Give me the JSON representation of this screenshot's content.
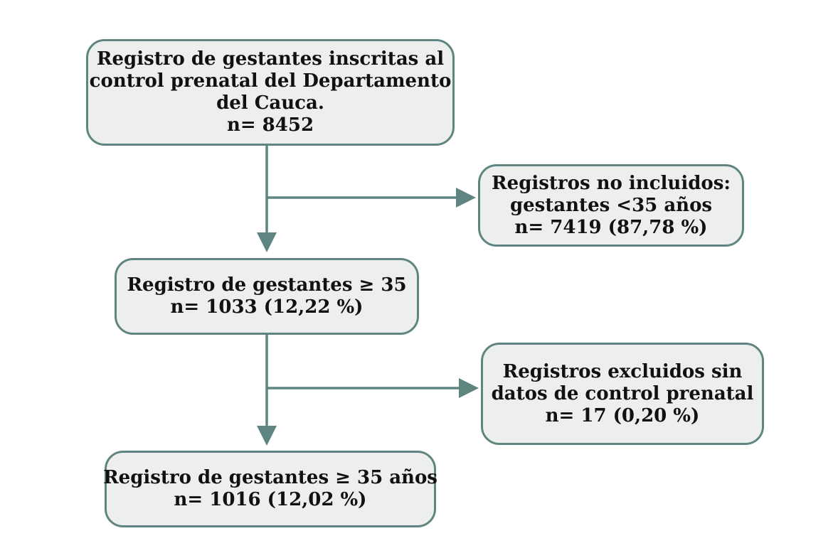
{
  "colors": {
    "box_fill": "#ecefee",
    "box_border": "#5e8580",
    "arrow": "#5e8580",
    "text": "#111111"
  },
  "boxes": {
    "main": {
      "lines": [
        "Registro de gestantes inscritas al",
        "control prenatal del Departamento",
        "del Cauca.",
        "n= 8452"
      ]
    },
    "excluded_age": {
      "lines": [
        "Registros no incluidos:",
        "gestantes <35 años",
        "n= 7419 (87,78 %)"
      ]
    },
    "age_35_plus": {
      "lines": [
        "Registro de gestantes ≥ 35",
        "n= 1033 (12,22 %)"
      ]
    },
    "excluded_no_data": {
      "lines": [
        "Registros excluidos sin",
        "datos de control prenatal",
        "n= 17 (0,20 %)"
      ]
    },
    "final": {
      "lines": [
        "Registro de gestantes ≥ 35 años",
        "n= 1016 (12,02 %)"
      ]
    }
  },
  "connectors": [
    {
      "from": "main",
      "to": "age_35_plus"
    },
    {
      "from": "main",
      "to": "excluded_age"
    },
    {
      "from": "age_35_plus",
      "to": "final"
    },
    {
      "from": "age_35_plus",
      "to": "excluded_no_data"
    }
  ]
}
